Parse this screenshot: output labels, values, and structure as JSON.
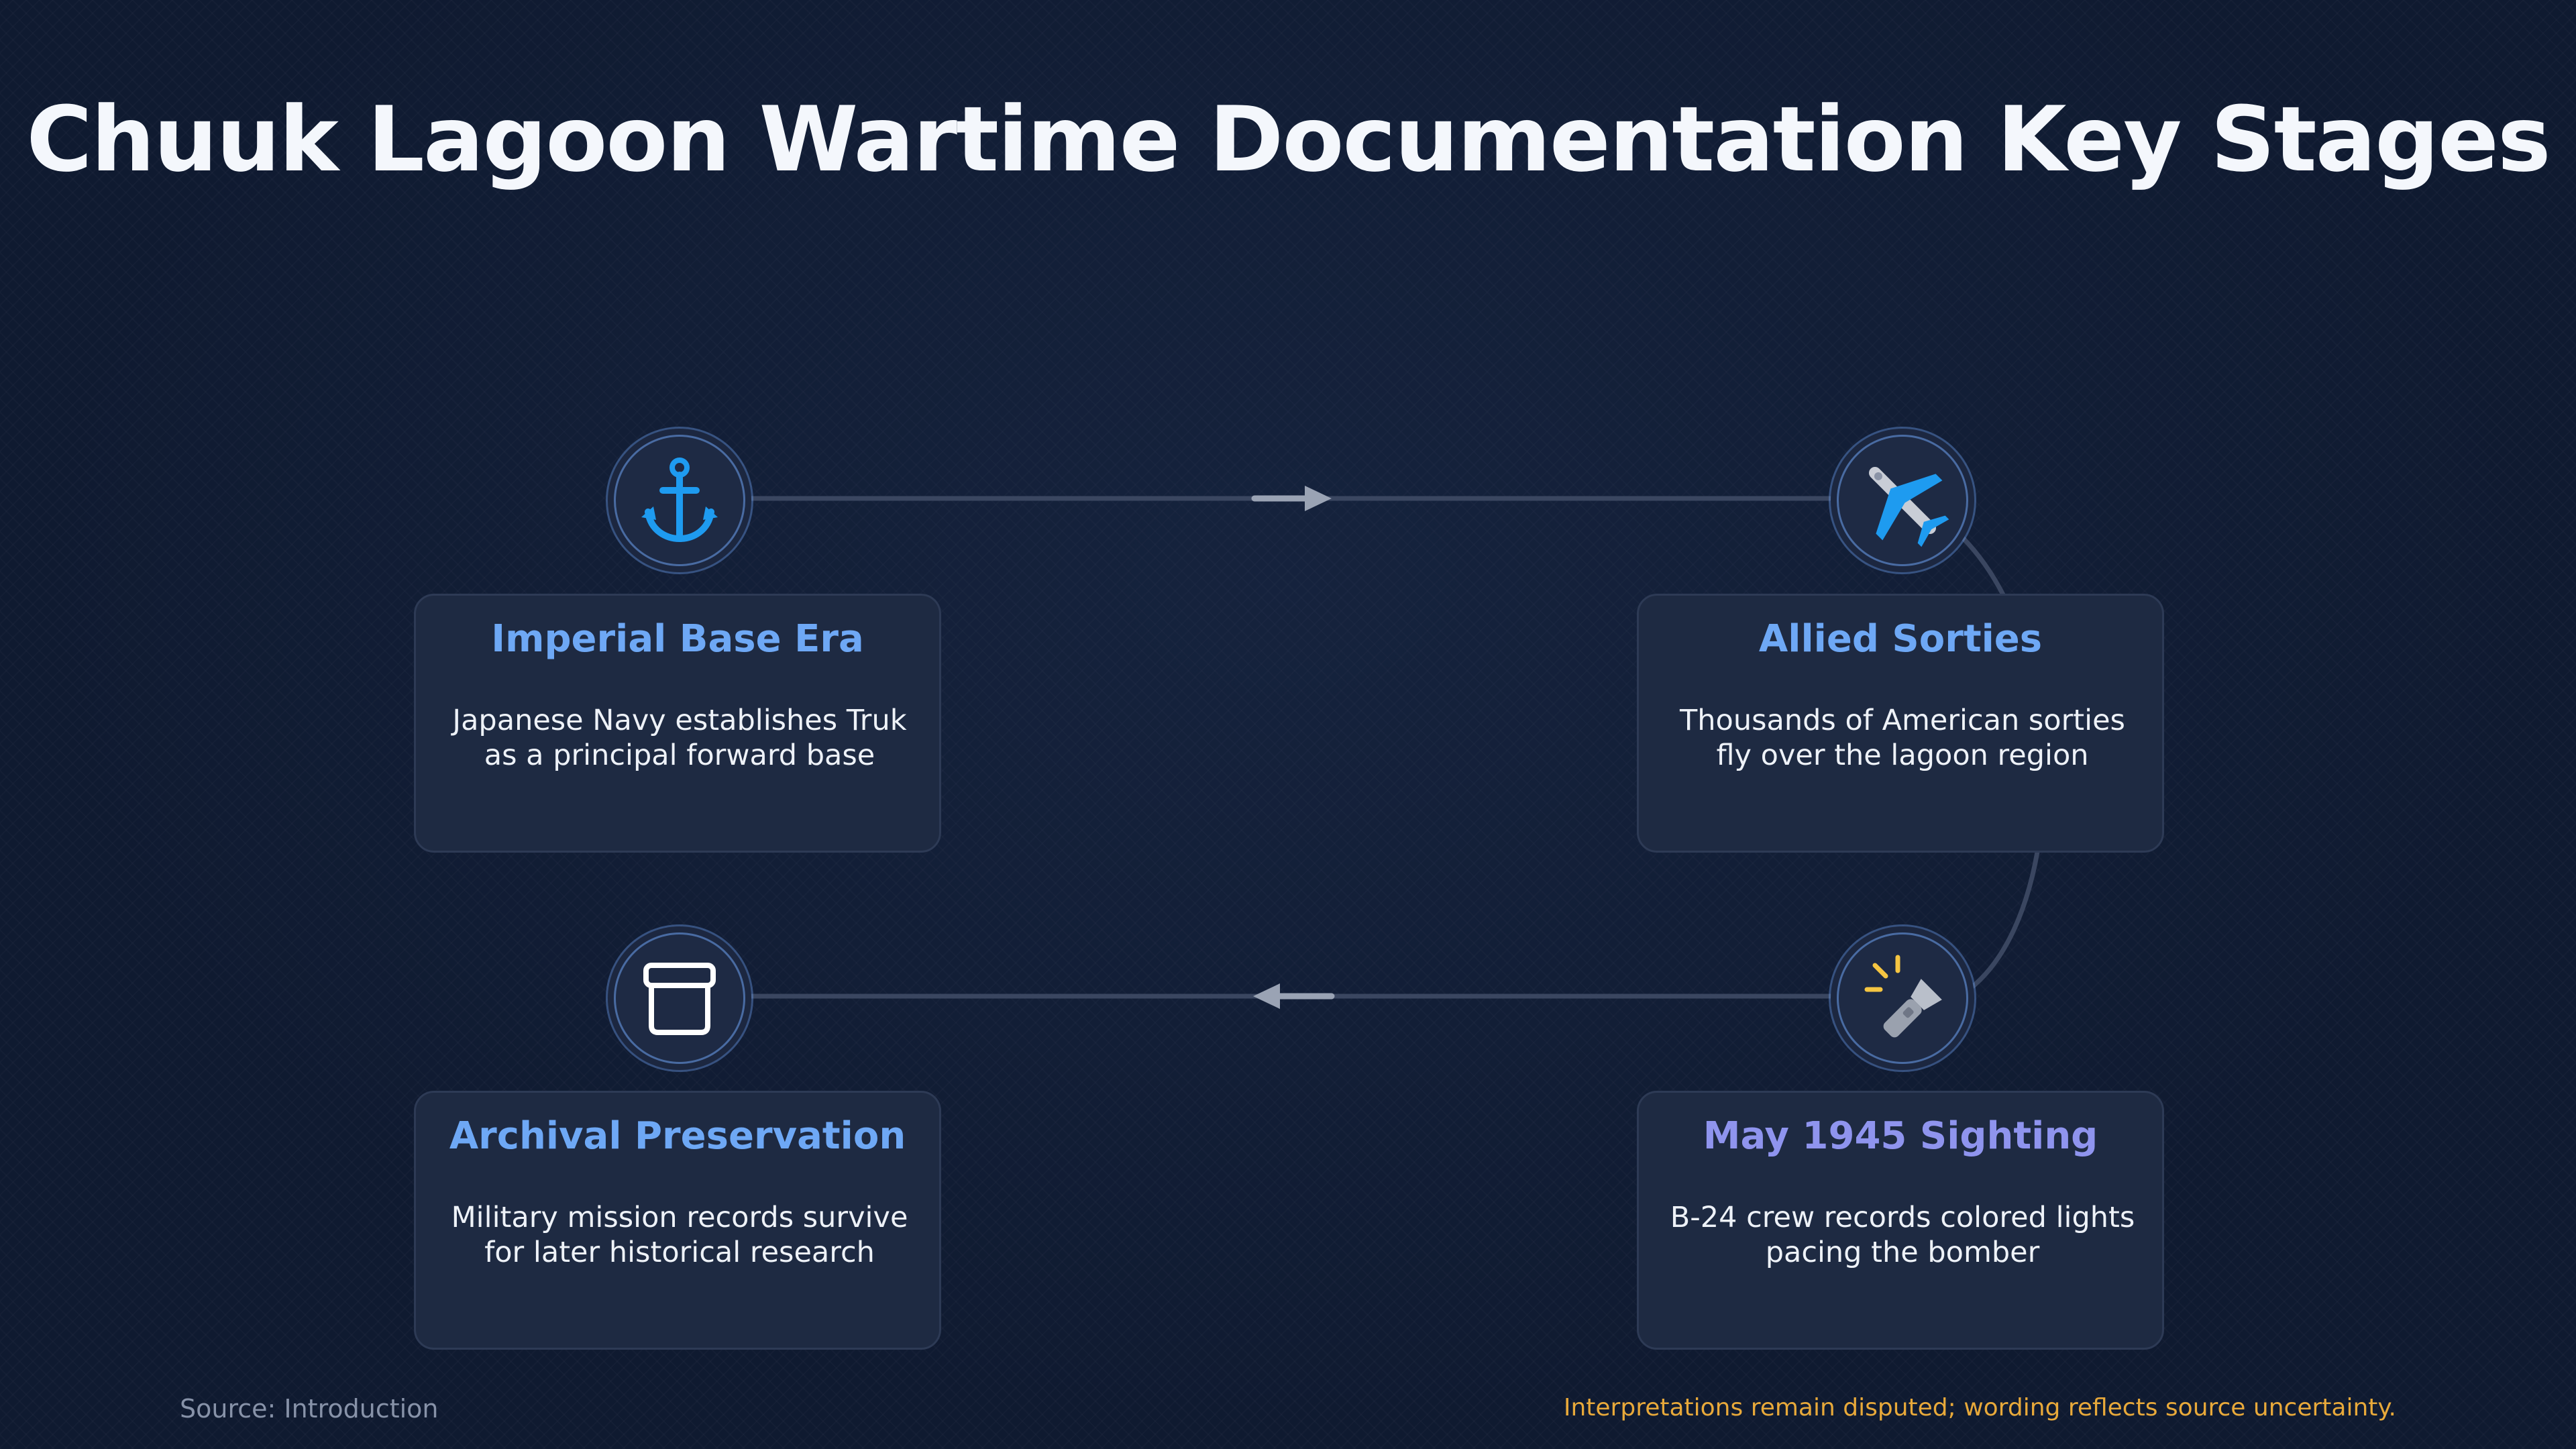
{
  "title": "Chuuk Lagoon Wartime Documentation Key Stages",
  "colors": {
    "background": "#0f1a30",
    "card_background": "#1e2a42",
    "title_blue": "#6ea8f5",
    "title_indigo": "#8f94ee",
    "note_orange": "#e8a93a",
    "connector": "#3a4660",
    "arrow": "#9aa3b4"
  },
  "stages": [
    {
      "title": "Imperial Base Era",
      "description": "Japanese Navy establishes Truk as a principal forward base",
      "icon": "anchor-icon"
    },
    {
      "title": "Allied Sorties",
      "description": "Thousands of American sorties fly over the lagoon region",
      "icon": "airplane-icon"
    },
    {
      "title": "May 1945 Sighting",
      "description": "B-24 crew records colored lights pacing the bomber",
      "icon": "flashlight-icon"
    },
    {
      "title": "Archival Preservation",
      "description": "Military mission records survive for later historical research",
      "icon": "archive-box-icon"
    }
  ],
  "footer": {
    "source": "Source: Introduction",
    "note": "Interpretations remain disputed; wording reflects source uncertainty."
  }
}
